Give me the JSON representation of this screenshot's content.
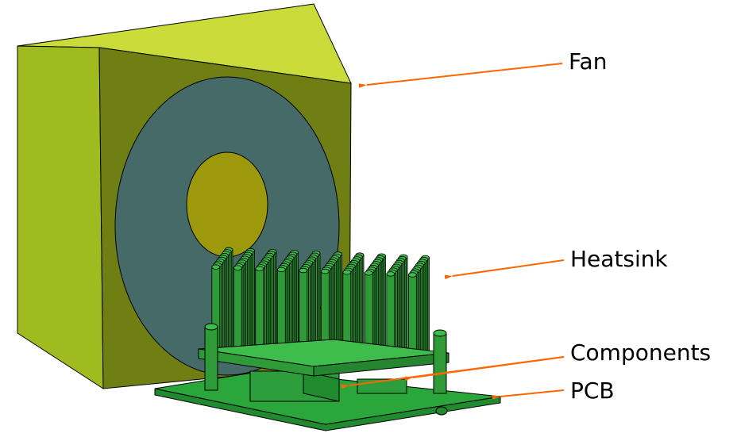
{
  "labels": {
    "fan": "Fan",
    "heatsink": "Heatsink",
    "components": "Components",
    "pcb": "PCB"
  },
  "colors": {
    "fan_front": "#6f7f14",
    "fan_side": "#a0bb20",
    "fan_top": "#c9dc3a",
    "fan_ring": "#456a68",
    "fan_hub": "#9c9a0c",
    "pcb_top": "#2aa63a",
    "pcb_edge": "#1f8a2e",
    "heatsink_pin": "#2f9a38",
    "heatsink_pin_light": "#3fbd4c",
    "component": "#2e9e3c",
    "arrow": "#ff6600"
  },
  "heatsink": {
    "rows": 10,
    "cols": 10
  }
}
